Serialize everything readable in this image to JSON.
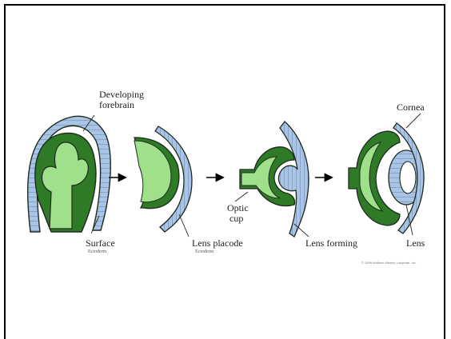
{
  "colors": {
    "light_green": "#9fe08a",
    "dark_green": "#2f7a26",
    "ectoderm_blue": "#a8c4e6",
    "outline": "#1e2a1e",
    "arrow": "#000000"
  },
  "labels": {
    "developing_forebrain_line1": "Developing",
    "developing_forebrain_line2": "forebrain",
    "surface": "Surface",
    "surface_sub": "Ectoderm",
    "lens_placode": "Lens placode",
    "lens_placode_sub": "Ectoderm",
    "optic_cup_line1": "Optic",
    "optic_cup_line2": "cup",
    "lens_forming": "Lens forming",
    "cornea": "Cornea",
    "lens": "Lens",
    "copyright": "© 1999 Addison Wesley Longman, Inc."
  },
  "stages": [
    "forebrain",
    "lens-placode",
    "optic-cup",
    "lens-formed"
  ]
}
